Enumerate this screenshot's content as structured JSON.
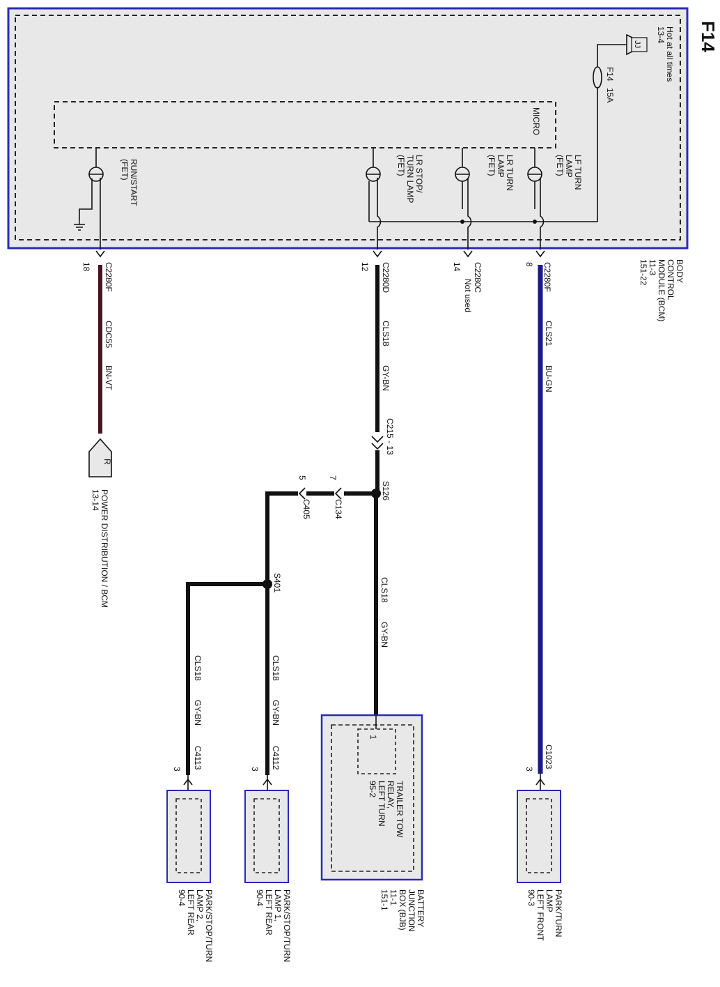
{
  "page_id": "F14",
  "bcm": {
    "name_lines": [
      "BODY",
      "CONTROL",
      "MODULE (BCM)",
      "11-3",
      "151-22"
    ],
    "micro_label": "MICRO",
    "hot_label": "Hot at all times",
    "hot_ref": "13-4",
    "bus_label": "JJ",
    "fuse_id": "F14",
    "fuse_rating": "15A",
    "fets": {
      "lf_turn": [
        "LF TURN",
        "LAMP",
        "(FET)"
      ],
      "lr_turn": [
        "LR TURN",
        "LAMP",
        "(FET)"
      ],
      "lr_stop": [
        "LR STOP/",
        "TURN LAMP",
        "(FET)"
      ],
      "run_start": [
        "RUN/START",
        "(FET)"
      ]
    }
  },
  "connectors": {
    "c2280f_8": {
      "name": "C2280F",
      "pin": "8"
    },
    "c2280c_14": {
      "name": "C2280C",
      "pin": "14",
      "note": "Not used"
    },
    "c2280d_12": {
      "name": "C2280D",
      "pin": "12"
    },
    "c2280f_18": {
      "name": "C2280F",
      "pin": "18"
    },
    "c215": {
      "name": "C215 - 13"
    },
    "c134": {
      "name": "C134",
      "pin": "7"
    },
    "c405": {
      "name": "C405",
      "pin": "5"
    },
    "c1023": {
      "name": "C1023",
      "pin": "3"
    },
    "c4112": {
      "name": "C4112",
      "pin": "3"
    },
    "c4113": {
      "name": "C4113",
      "pin": "3"
    }
  },
  "splices": {
    "s126": "S126",
    "s401": "S401"
  },
  "wires": {
    "cls21": {
      "circuit": "CLS21",
      "color_code": "BU-GN",
      "stroke": "#1a1a8c"
    },
    "cls18_a": {
      "circuit": "CLS18",
      "color_code": "GY-BN",
      "stroke": "#111111"
    },
    "cls18_b": {
      "circuit": "CLS18",
      "color_code": "GY-BN"
    },
    "cls18_c": {
      "circuit": "CLS18",
      "color_code": "GY-BN"
    },
    "cls18_d": {
      "circuit": "CLS18",
      "color_code": "GY-BN"
    },
    "cdc55": {
      "circuit": "CDC55",
      "color_code": "BN-VT",
      "stroke": "#4a1420"
    }
  },
  "power_dist": {
    "flag": "R",
    "label": "POWER DISTRIBUTION / BCM",
    "ref": "13-14"
  },
  "components": {
    "lf_lamp": [
      "PARK/TURN",
      "LAMP",
      "LEFT FRONT",
      "90-3"
    ],
    "bjb": [
      "BATTERY",
      "JUNCTION",
      "BOX (BJB)",
      "11-1",
      "151-1"
    ],
    "relay": [
      "TRAILER TOW",
      "RELAY,",
      "LEFT TURN",
      "95-2"
    ],
    "relay_pin": "1",
    "lamp1": [
      "PARK/STOP/TURN",
      "LAMP 1,",
      "LEFT REAR",
      "90-4"
    ],
    "lamp2": [
      "PARK/STOP/TURN",
      "LAMP 2,",
      "LEFT REAR",
      "90-4"
    ]
  },
  "colors": {
    "module_border": "#2a2ab8",
    "module_fill": "#e8e8e8",
    "blue_wire": "#1a1a8c",
    "violet_wire": "#4a1420"
  }
}
